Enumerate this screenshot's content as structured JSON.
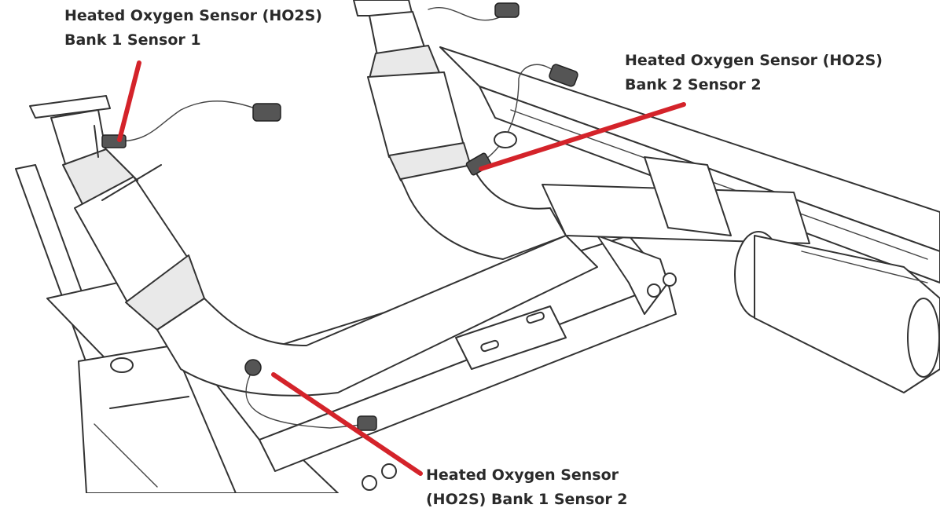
{
  "figure": {
    "callouts": [
      {
        "id": "b1s1",
        "lines": [
          "Heated Oxygen Sensor (HO2S)",
          "Bank 1 Sensor 1"
        ]
      },
      {
        "id": "b2s2",
        "lines": [
          "Heated Oxygen Sensor (HO2S)",
          "Bank 2 Sensor 2"
        ]
      },
      {
        "id": "b1s2",
        "lines": [
          "Heated Oxygen Sensor",
          "(HO2S) Bank 1 Sensor 2"
        ]
      }
    ],
    "colors": {
      "leader": "#d4232a",
      "line_art": "#333333",
      "label_text": "#2a2a2a"
    }
  }
}
